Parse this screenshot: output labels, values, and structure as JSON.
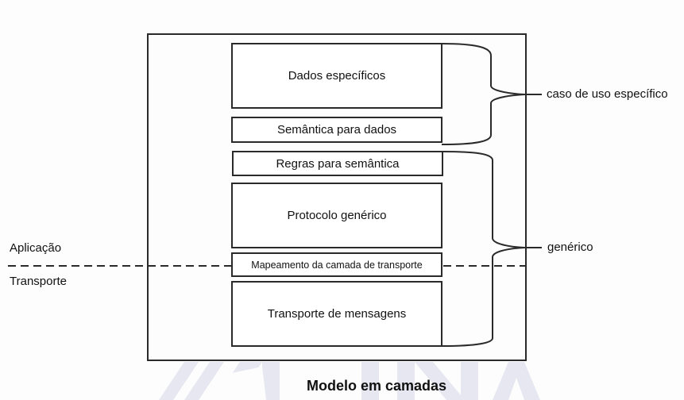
{
  "diagram": {
    "caption": "Modelo em camadas",
    "layers": [
      {
        "id": "dados-especificos",
        "label": "Dados específicos"
      },
      {
        "id": "semantica-para-dados",
        "label": "Semântica para dados"
      },
      {
        "id": "regras-para-semantica",
        "label": "Regras para semântica"
      },
      {
        "id": "protocolo-generico",
        "label": "Protocolo genérico"
      },
      {
        "id": "mapeamento-transporte",
        "label": "Mapeamento da camada de transporte"
      },
      {
        "id": "transporte-mensagens",
        "label": "Transporte de mensagens"
      }
    ],
    "groups": [
      {
        "label": "caso de uso específico",
        "covers": [
          "Dados específicos",
          "Semântica para dados"
        ]
      },
      {
        "label": "genérico",
        "covers": [
          "Regras para semântica",
          "Protocolo genérico",
          "Mapeamento da camada de transporte",
          "Transporte de mensagens"
        ]
      }
    ],
    "boundary": {
      "above": "Aplicação",
      "below": "Transporte"
    },
    "colors": {
      "stroke": "#2a2a2a",
      "background": "#fdfdfd",
      "watermark": "#e8e8f2"
    }
  }
}
